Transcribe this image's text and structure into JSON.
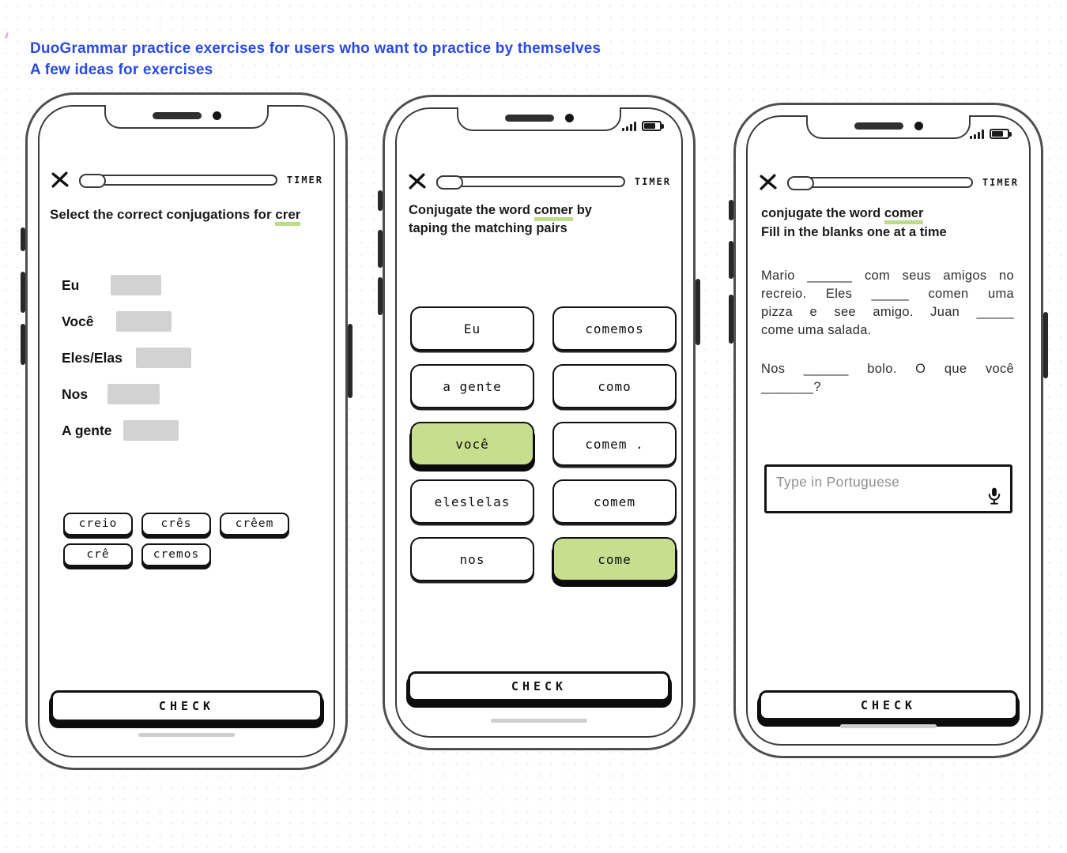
{
  "header": {
    "title_line1": "DuoGrammar practice exercises for users who want to practice by themselves",
    "title_line2": "A few ideas for exercises"
  },
  "colors": {
    "title_blue": "#2a4bdf",
    "highlight_green": "#c6de8d",
    "underline_green": "#bcdc8a"
  },
  "shared": {
    "timer_label": "TIMER",
    "check_label": "CHECK"
  },
  "phone1": {
    "prompt_prefix": "Select the correct conjugations for ",
    "prompt_keyword": "crer",
    "pronouns": [
      "Eu",
      "Você",
      "Eles/Elas",
      "Nos",
      "A gente"
    ],
    "chips": [
      "creio",
      "crês",
      "crêem",
      "crê",
      "cremos"
    ]
  },
  "phone2": {
    "prompt_line1_prefix": "Conjugate the word ",
    "prompt_keyword": "comer",
    "prompt_line1_suffix": " by",
    "prompt_line2": "taping the matching pairs",
    "left_options": [
      "Eu",
      "a gente",
      "você",
      "eleslelas",
      "nos"
    ],
    "right_options": [
      "comemos",
      "como",
      "comem .",
      "comem",
      "come"
    ],
    "selected_left": "você",
    "selected_right": "come"
  },
  "phone3": {
    "prompt_line1_prefix": "conjugate the word ",
    "prompt_keyword": "comer",
    "prompt_line2": "Fill in the blanks one at a time",
    "paragraph1_lines": [
      "Mario ______ com seus amigos no",
      "recreio. Eles _____ comen uma",
      "pizza e see amigo. Juan _____",
      "come uma salada."
    ],
    "paragraph2_lines": [
      "Nos ______ bolo. O que você",
      "_______?"
    ],
    "input_placeholder": "Type in Portuguese"
  }
}
